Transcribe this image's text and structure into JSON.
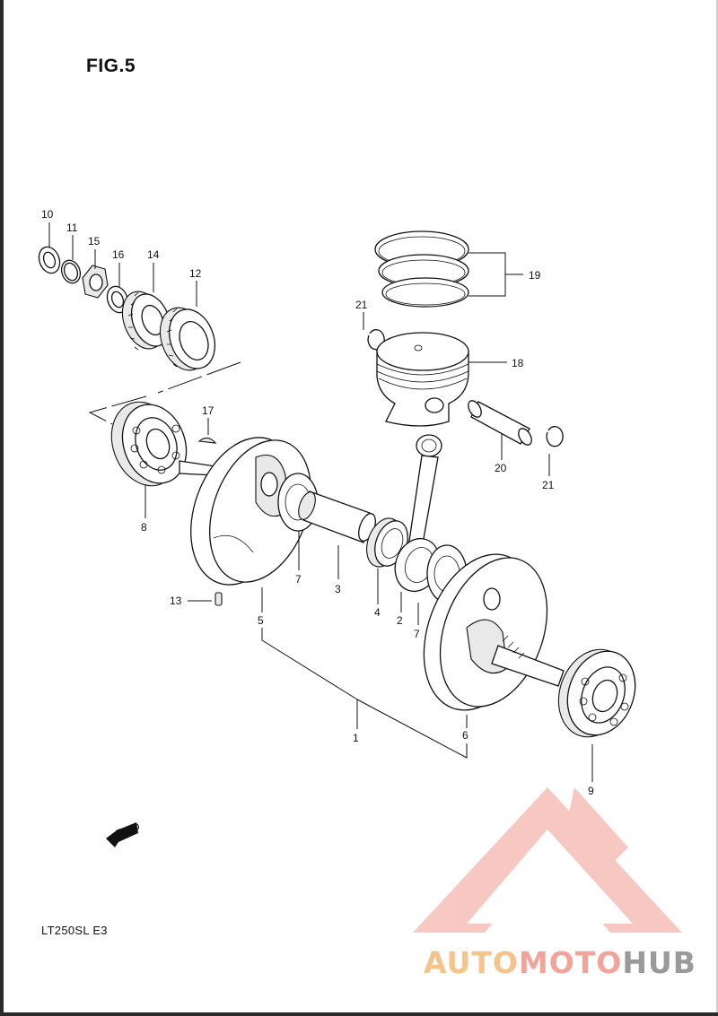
{
  "figure": {
    "title": "FIG.5"
  },
  "model": {
    "code": "LT250SL  E3"
  },
  "fwd_label": "FWD",
  "callouts": {
    "c1": "1",
    "c2": "2",
    "c3": "3",
    "c4": "4",
    "c5": "5",
    "c6": "6",
    "c7a": "7",
    "c7b": "7",
    "c8": "8",
    "c9": "9",
    "c10": "10",
    "c11": "11",
    "c12": "12",
    "c13": "13",
    "c14": "14",
    "c15": "15",
    "c16": "16",
    "c17": "17",
    "c18": "18",
    "c19": "19",
    "c20": "20",
    "c21a": "21",
    "c21b": "21"
  },
  "watermark": {
    "part1": "AUTO",
    "part2": "MOTO",
    "part3": "HUB",
    "colors": {
      "auto": "#f6c48a",
      "moto": "#f2a39a",
      "hub": "#9a9a9a",
      "logo": "#f29a90"
    }
  }
}
